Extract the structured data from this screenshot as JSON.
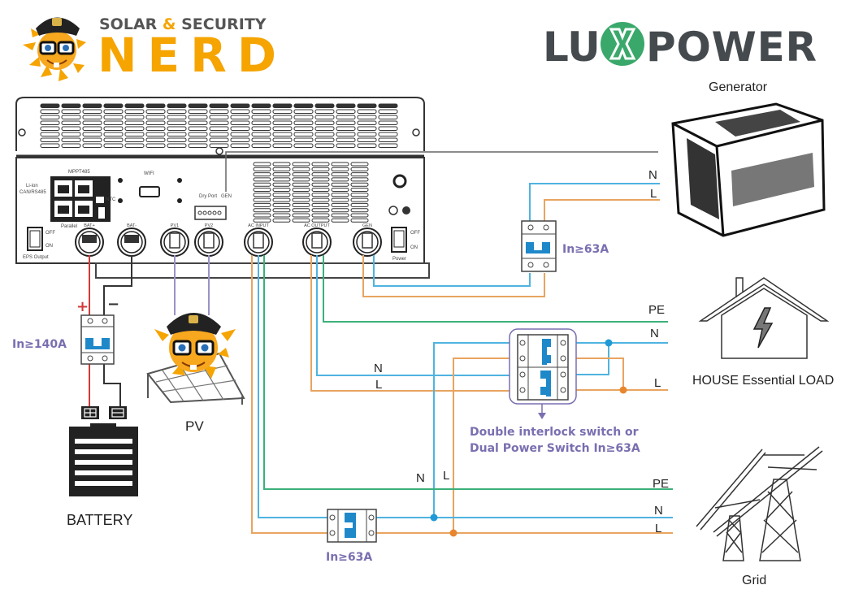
{
  "logos": {
    "nerd": {
      "line1_a": "SOLAR ",
      "line1_amp": "&",
      "line1_b": " SECURITY",
      "line2": "NERD"
    },
    "luxpower": {
      "lu": "LU",
      "x": "X",
      "power": "POWER"
    }
  },
  "colors": {
    "neutral": "#4fb3e0",
    "live": "#e8a460",
    "earth": "#3bb07a",
    "pv": "#9a93c8",
    "batt_pos": "#d23a3a",
    "batt_neg": "#333333",
    "accent_purple": "#7a6fb0",
    "breaker_blue": "#1f88c9",
    "nerd_orange": "#f5a400",
    "nerd_grey": "#555555",
    "lux_green": "#3aa86b",
    "lux_grey": "#444a4e"
  },
  "inverter": {
    "panel_labels": {
      "li_ion": "Li-ion",
      "can": "CAN/RS485",
      "mppt": "MPPT485",
      "wifi": "WIFI",
      "ntc": "NTC",
      "parallel": "Parallel",
      "dry_port": "Dry Port",
      "gen": "GEN",
      "eps_output": "EPS Output",
      "power": "Power",
      "off": "OFF",
      "on": "ON"
    },
    "terminals": [
      "BAT+",
      "BAT-",
      "PV1",
      "PV2",
      "AC INPUT",
      "AC OUTPUT",
      "GEN"
    ]
  },
  "loads": {
    "generator": "Generator",
    "house": "HOUSE Essential LOAD",
    "grid": "Grid",
    "battery": "BATTERY",
    "pv": "PV"
  },
  "wire_labels": {
    "gen_n": "N",
    "gen_l": "L",
    "house_pe": "PE",
    "house_n": "N",
    "house_l": "L",
    "mid_n": "N",
    "mid_l": "L",
    "vert_n": "N",
    "vert_l": "L",
    "grid_pe": "PE",
    "grid_n": "N",
    "grid_l": "L",
    "batt_plus": "+",
    "batt_minus": "−"
  },
  "breakers": {
    "generator": "In≥63A",
    "battery": "In≥140A",
    "grid": "In≥63A",
    "interlock_line1": "Double interlock switch or",
    "interlock_line2": "Dual Power Switch In≥63A"
  }
}
